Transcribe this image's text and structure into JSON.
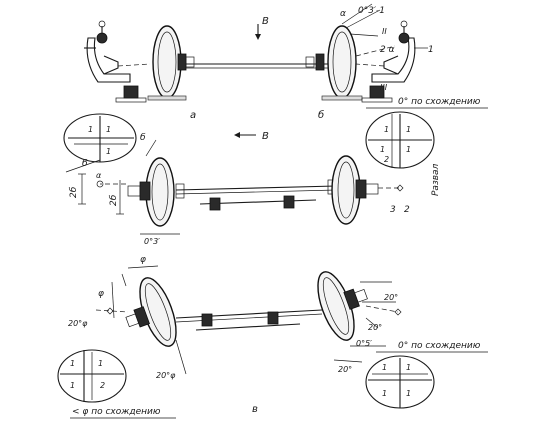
{
  "panel_labels": {
    "a": "а",
    "b": "б",
    "c": "в"
  },
  "direction_labels": {
    "top": "В",
    "middle": "В"
  },
  "top": {
    "angle_tol": "0°3′-1",
    "label_alpha": "α",
    "label_2alpha": "2 α",
    "label_1": "1",
    "label_II": "II",
    "label_III": "III"
  },
  "toe_label": "0° по схождению",
  "middle": {
    "label_b": "б",
    "label_2b_left": "2б",
    "label_2b": "2б",
    "label_b_small": "б",
    "label_a": "α",
    "angle": "0°3′",
    "camber": "Развал",
    "num_3": "3",
    "num_2": "2"
  },
  "bottom": {
    "phi_top": "φ",
    "phi_left": "φ",
    "phi_angle_left": "20°φ",
    "phi_angle_bottom": "20°φ",
    "deg20_a": "20°",
    "deg20_b": "20°",
    "deg20_c": "20°",
    "angle_small": "0°5′",
    "toe_phi": "< φ по схождению"
  },
  "screens": {
    "top_left": [
      "1",
      "1",
      "1"
    ],
    "top_right": [
      "1",
      "1",
      "1",
      "1",
      "2"
    ],
    "bottom_left": [
      "1",
      "1",
      "1",
      "2"
    ],
    "bottom_right": [
      "1",
      "1",
      "1",
      "1"
    ]
  }
}
